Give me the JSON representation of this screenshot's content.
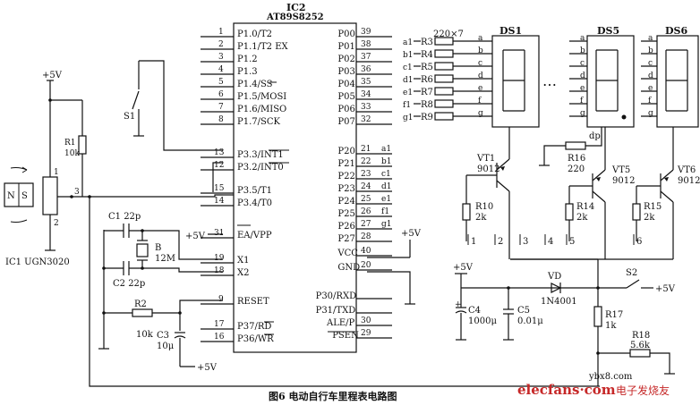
{
  "ic2": {
    "ref": "IC2",
    "part": "AT89S8252",
    "left_pins": [
      {
        "num": "1",
        "name": "P1.0/T2"
      },
      {
        "num": "2",
        "name": "P1.1/T2 EX"
      },
      {
        "num": "3",
        "name": "P1.2"
      },
      {
        "num": "4",
        "name": "P1.3"
      },
      {
        "num": "5",
        "name": "P1.4/SS"
      },
      {
        "num": "6",
        "name": "P1.5/MOSI"
      },
      {
        "num": "7",
        "name": "P1.6/MISO"
      },
      {
        "num": "8",
        "name": "P1.7/SCK"
      },
      {
        "num": "13",
        "name": "P3.3/INT1"
      },
      {
        "num": "12",
        "name": "P3.2/INT0"
      },
      {
        "num": "15",
        "name": "P3.5/T1"
      },
      {
        "num": "14",
        "name": "P3.4/T0"
      },
      {
        "num": "31",
        "name": "EA/VPP"
      },
      {
        "num": "19",
        "name": "X1"
      },
      {
        "num": "18",
        "name": "X2"
      },
      {
        "num": "9",
        "name": "RESET"
      },
      {
        "num": "17",
        "name": "P37/RD"
      },
      {
        "num": "16",
        "name": "P36/WR"
      }
    ],
    "right_pins": [
      {
        "num": "39",
        "name": "P00"
      },
      {
        "num": "38",
        "name": "P01"
      },
      {
        "num": "37",
        "name": "P02"
      },
      {
        "num": "36",
        "name": "P03"
      },
      {
        "num": "35",
        "name": "P04"
      },
      {
        "num": "34",
        "name": "P05"
      },
      {
        "num": "33",
        "name": "P06"
      },
      {
        "num": "32",
        "name": "P07"
      },
      {
        "num": "21",
        "name": "P20",
        "net": "a1"
      },
      {
        "num": "22",
        "name": "P21",
        "net": "b1"
      },
      {
        "num": "23",
        "name": "P22",
        "net": "c1"
      },
      {
        "num": "24",
        "name": "P23",
        "net": "d1"
      },
      {
        "num": "25",
        "name": "P24",
        "net": "e1"
      },
      {
        "num": "26",
        "name": "P25",
        "net": "f1"
      },
      {
        "num": "27",
        "name": "P26",
        "net": "g1"
      },
      {
        "num": "28",
        "name": "P27"
      },
      {
        "num": "40",
        "name": "VCC"
      },
      {
        "num": "20",
        "name": "GND"
      },
      {
        "num": "",
        "name": "P30/RXD"
      },
      {
        "num": "",
        "name": "P31/TXD"
      },
      {
        "num": "30",
        "name": "ALE/P"
      },
      {
        "num": "29",
        "name": "PSEN"
      }
    ]
  },
  "sensor": {
    "ref": "IC1 UGN3020",
    "magnet_n": "N",
    "magnet_s": "S",
    "pins": [
      "1",
      "2",
      "3"
    ],
    "vcc": "+5V"
  },
  "parts": {
    "r1": [
      "R1",
      "10k"
    ],
    "s1": "S1",
    "c1": "C1 22p",
    "c2": "C2 22p",
    "b": [
      "B",
      "12M"
    ],
    "r2": [
      "R2",
      "10k"
    ],
    "c3": [
      "C3",
      "10μ"
    ],
    "vcc": "+5V",
    "ea_vcc": "+5V",
    "vcc_pin": "+5V"
  },
  "seg_resistors": {
    "labels": [
      "R3",
      "R4",
      "R5",
      "R6",
      "R7",
      "R8",
      "R9"
    ],
    "value": "220×7",
    "in_nets": [
      "a1",
      "b1",
      "c1",
      "d1",
      "e1",
      "f1",
      "g1"
    ],
    "segs": [
      "a",
      "b",
      "c",
      "d",
      "e",
      "f",
      "g"
    ]
  },
  "displays": {
    "ds1": "DS1",
    "ds5": "DS5",
    "ds6": "DS6",
    "ellipsis": "…",
    "dp": "dp",
    "r16": [
      "R16",
      "220"
    ]
  },
  "transistors": {
    "vt1": [
      "VT1",
      "9012"
    ],
    "vt5": [
      "VT5",
      "9012"
    ],
    "vt6": [
      "VT6",
      "9012"
    ],
    "r10": [
      "R10",
      "2k"
    ],
    "r14": [
      "R14",
      "2k"
    ],
    "r15": [
      "R15",
      "2k"
    ],
    "bus": [
      "1",
      "2",
      "3",
      "4",
      "5",
      "6"
    ]
  },
  "power": {
    "vcc": "+5V",
    "c4": [
      "C4",
      "1000μ"
    ],
    "c5": [
      "C5",
      "0.01μ"
    ],
    "vd": [
      "VD",
      "1N4001"
    ],
    "s2": "S2",
    "s2_vcc": "+5V",
    "r17": [
      "R17",
      "1k"
    ],
    "r18": [
      "R18",
      "5.6k"
    ]
  },
  "caption": "图6    电动自行车里程表电路图",
  "watermark": {
    "top": "ybx8.com",
    "brand": "elecfans·com",
    "cn": "电子发烧友"
  }
}
